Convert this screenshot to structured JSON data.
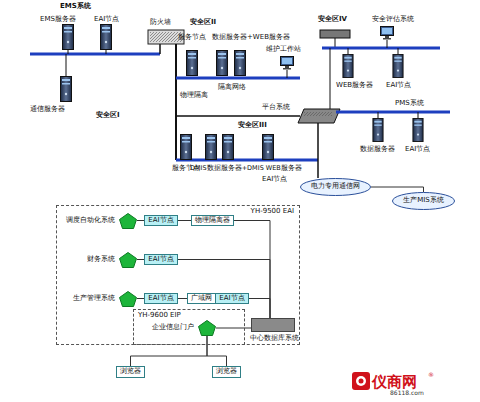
{
  "diagram": {
    "nodes": [
      {
        "text": [
          "YH-9500 EAI"
        ]
      },
      {
        "text": [
          "调度自动化系统"
        ],
        "in": 0
      },
      {
        "text": [
          "EAI节点"
        ],
        "in": 0
      },
      {
        "text": [
          "物理隔离器"
        ],
        "in": 0
      },
      {
        "text": [
          "财务系统"
        ],
        "in": 0
      },
      {
        "text": [
          "EAI节点"
        ],
        "in": 0
      },
      {
        "text": [
          "生产管理系统"
        ],
        "in": 0
      },
      {
        "text": [
          "EAI节点"
        ],
        "in": 0
      },
      {
        "text": [
          "广域网"
        ],
        "in": 0
      },
      {
        "text": [
          "EAI节点"
        ],
        "in": 0
      },
      {
        "text": [
          "YH-9600 EIP"
        ],
        "in": 0
      },
      {
        "text": [
          "企业信息门户"
        ],
        "in": 10
      },
      {
        "text": [
          "中心数据库系统"
        ],
        "in": 0
      },
      {
        "text": [
          "浏览器"
        ]
      },
      {
        "text": [
          "浏览器"
        ]
      },
      {
        "text": [
          "电力专用通信网"
        ]
      },
      {
        "text": [
          "生产MIS系统"
        ]
      }
    ],
    "edges": [
      {
        "from": 1,
        "to": 2,
        "arrow": "none"
      },
      {
        "from": 2,
        "to": 3,
        "arrow": "none"
      },
      {
        "from": 3,
        "to": 12,
        "arrow": "none"
      },
      {
        "from": 4,
        "to": 5,
        "arrow": "none"
      },
      {
        "from": 5,
        "to": 12,
        "arrow": "none"
      },
      {
        "from": 6,
        "to": 7,
        "arrow": "none"
      },
      {
        "from": 7,
        "to": 8,
        "arrow": "none"
      },
      {
        "from": 8,
        "to": 9,
        "arrow": "none"
      },
      {
        "from": 9,
        "to": 12,
        "arrow": "none"
      },
      {
        "from": 11,
        "to": 12,
        "arrow": "none"
      },
      {
        "from": 11,
        "to": 13,
        "arrow": "none"
      },
      {
        "from": 11,
        "to": 14,
        "arrow": "none"
      },
      {
        "from": 15,
        "to": 16,
        "arrow": "none"
      }
    ],
    "labels": [
      "EMS系统",
      "EMS服务器",
      "EAI节点",
      "防火墙",
      "安全区II",
      "安全区I",
      "通信服务器",
      "物理隔离",
      "服务节点",
      "数据服务器+WEB服务器",
      "隔离网络",
      "维护工作站",
      "平台系统",
      "安全区IV",
      "安全评估系统",
      "WEB服务器",
      "EAI节点",
      "PMS系统",
      "数据服务器",
      "EAI节点",
      "安全区III",
      "服务节点",
      "DMIS数据服务器+DMIS WEB服务器",
      "EAI节点",
      "仪商网",
      "®",
      "86118.com"
    ]
  }
}
